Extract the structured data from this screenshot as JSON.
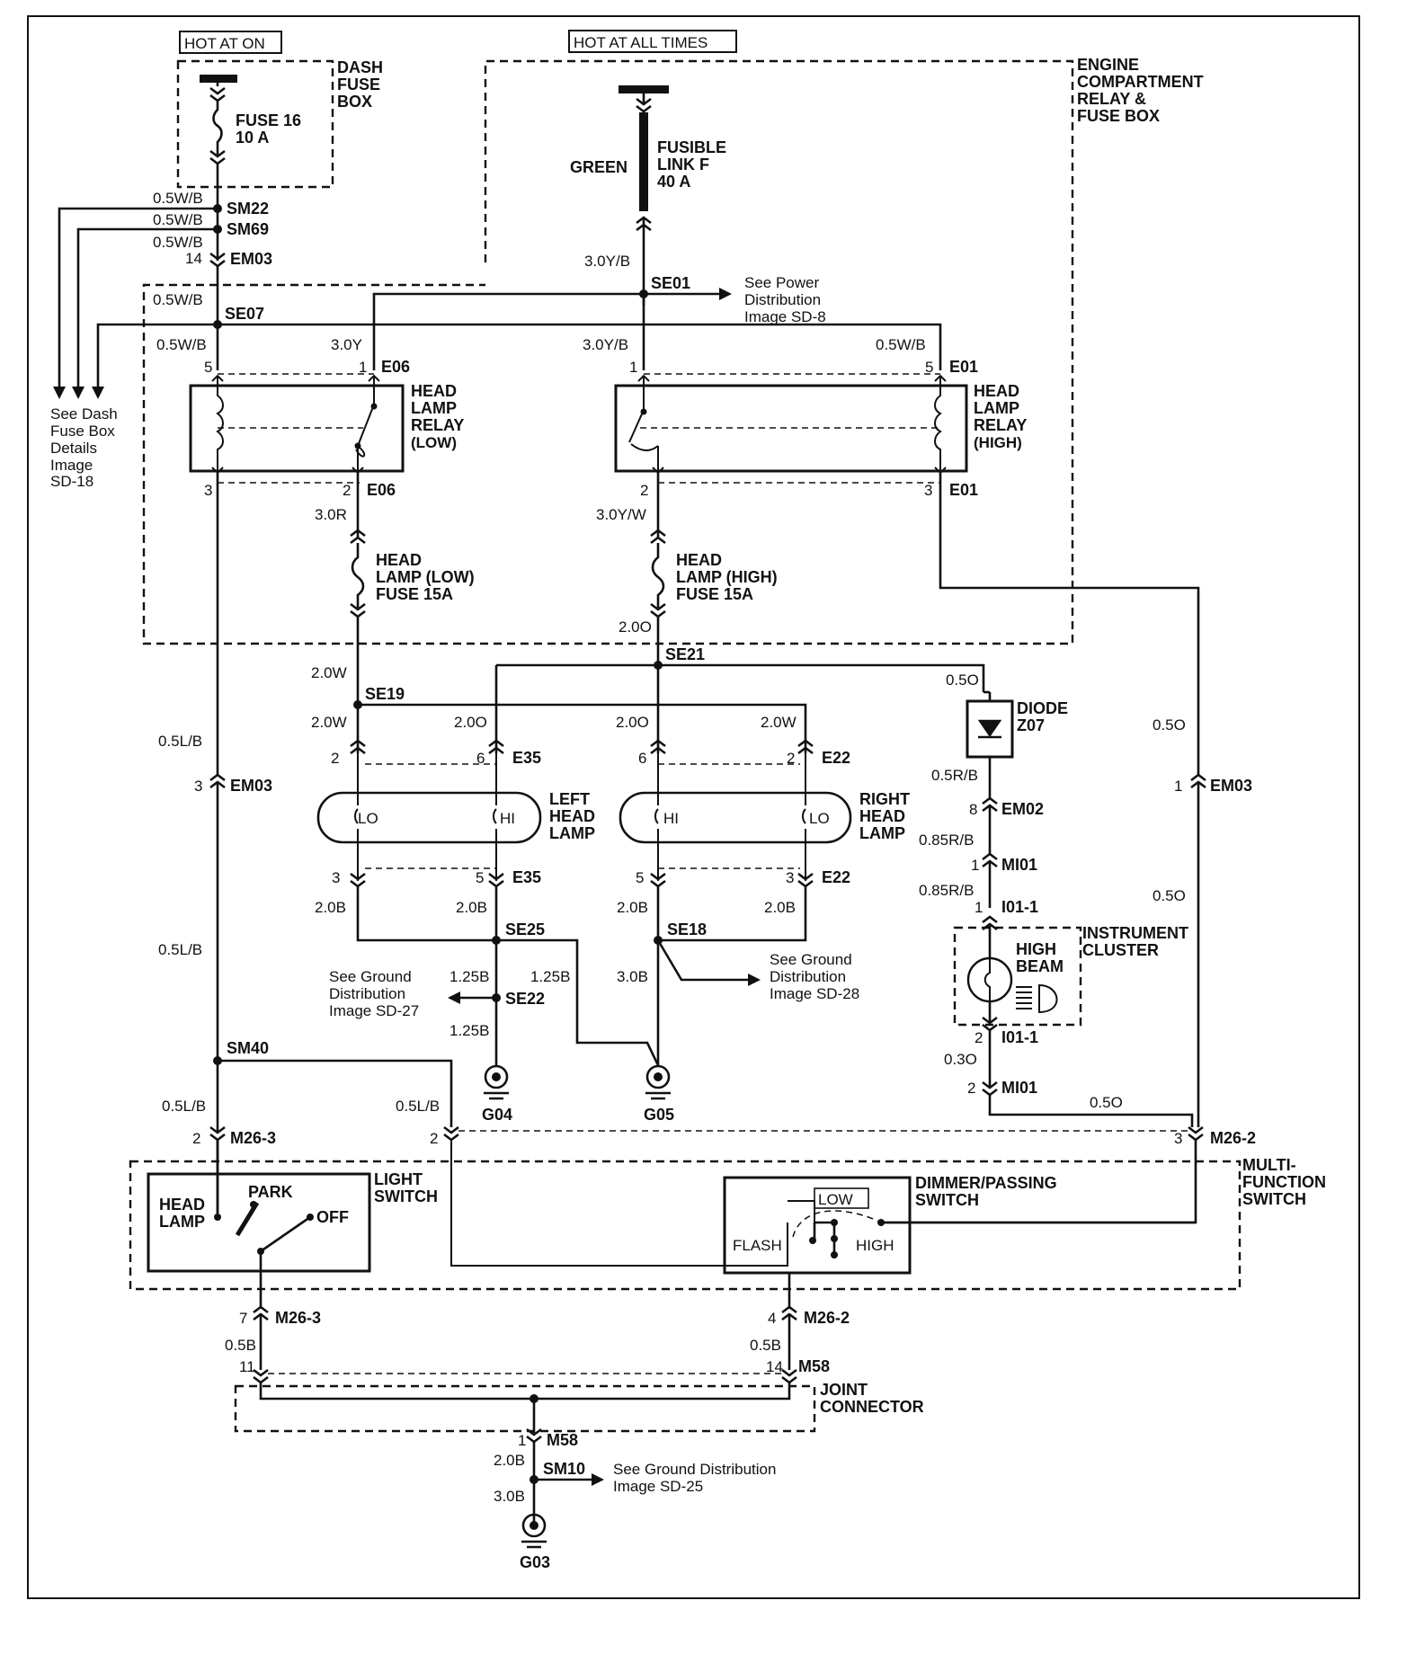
{
  "source": {
    "hot_at_on": "HOT AT ON",
    "hot_at_all_times": "HOT AT ALL TIMES"
  },
  "boxes": {
    "dash_fuse_box": [
      "DASH",
      "FUSE",
      "BOX"
    ],
    "engine_compartment": [
      "ENGINE",
      "COMPARTMENT",
      "RELAY &",
      "FUSE BOX"
    ],
    "multi_function_switch": [
      "MULTI-",
      "FUNCTION",
      "SWITCH"
    ],
    "joint_connector": [
      "JOINT",
      "CONNECTOR"
    ]
  },
  "fuses": {
    "fuse16": [
      "FUSE 16",
      "10 A"
    ],
    "fusible_link": [
      "FUSIBLE",
      "LINK F",
      "40 A"
    ],
    "fusible_color": "GREEN",
    "low_fuse": [
      "HEAD",
      "LAMP (LOW)",
      "FUSE 15A"
    ],
    "high_fuse": [
      "HEAD",
      "LAMP (HIGH)",
      "FUSE 15A"
    ]
  },
  "relays": {
    "low": [
      "HEAD",
      "LAMP",
      "RELAY",
      "(LOW)"
    ],
    "high": [
      "HEAD",
      "LAMP",
      "RELAY",
      "(HIGH)"
    ]
  },
  "lamps": {
    "left": [
      "LEFT",
      "HEAD",
      "LAMP"
    ],
    "right": [
      "RIGHT",
      "HEAD",
      "LAMP"
    ],
    "lo": "LO",
    "hi": "HI"
  },
  "diode": [
    "DIODE",
    "Z07"
  ],
  "instrument_cluster": {
    "title": [
      "INSTRUMENT",
      "CLUSTER"
    ],
    "indicator": [
      "HIGH",
      "BEAM"
    ]
  },
  "light_switch": {
    "title": [
      "LIGHT",
      "SWITCH"
    ],
    "park": "PARK",
    "head_lamp": [
      "HEAD",
      "LAMP"
    ],
    "off": "OFF"
  },
  "dimmer_switch": {
    "title": [
      "DIMMER/PASSING",
      "SWITCH"
    ],
    "low": "LOW",
    "flash": "FLASH",
    "high": "HIGH"
  },
  "notes": {
    "dash_details": [
      "See Dash",
      "Fuse Box",
      "Details",
      "Image",
      "SD-18"
    ],
    "power_distribution": [
      "See Power",
      "Distribution",
      "Image SD-8"
    ],
    "ground_sd27": [
      "See Ground",
      "Distribution",
      "Image SD-27"
    ],
    "ground_sd28": [
      "See Ground",
      "Distribution",
      "Image SD-28"
    ],
    "ground_sd25": [
      "See Ground Distribution",
      "Image SD-25"
    ]
  },
  "grounds": {
    "g04": "G04",
    "g05": "G05",
    "g03": "G03"
  },
  "splices": {
    "sm22": "SM22",
    "sm69": "SM69",
    "se07": "SE07",
    "se01": "SE01",
    "se19": "SE19",
    "se21": "SE21",
    "se25": "SE25",
    "se22": "SE22",
    "se18": "SE18",
    "sm40": "SM40",
    "sm10": "SM10"
  },
  "connectors": {
    "em03": "EM03",
    "e06": "E06",
    "e01": "E01",
    "e35": "E35",
    "e22": "E22",
    "em02": "EM02",
    "mi01": "MI01",
    "i01_1": "I01-1",
    "m26_3": "M26-3",
    "m26_2": "M26-2",
    "m58": "M58"
  },
  "pins": {
    "p14": "14",
    "p5": "5",
    "p1": "1",
    "p3": "3",
    "p2": "2",
    "p6": "6",
    "p8": "8",
    "p4": "4",
    "p7": "7",
    "p11": "11"
  },
  "wires": {
    "w05wb": "0.5W/B",
    "w30yb": "3.0Y/B",
    "w30y": "3.0Y",
    "w30r": "3.0R",
    "w30yw": "3.0Y/W",
    "w20o": "2.0O",
    "w20w": "2.0W",
    "w05o": "0.5O",
    "w05rb": "0.5R/B",
    "w085rb": "0.85R/B",
    "w03o": "0.3O",
    "w05lb": "0.5L/B",
    "w20b": "2.0B",
    "w125b": "1.25B",
    "w30b": "3.0B",
    "w05b": "0.5B"
  }
}
